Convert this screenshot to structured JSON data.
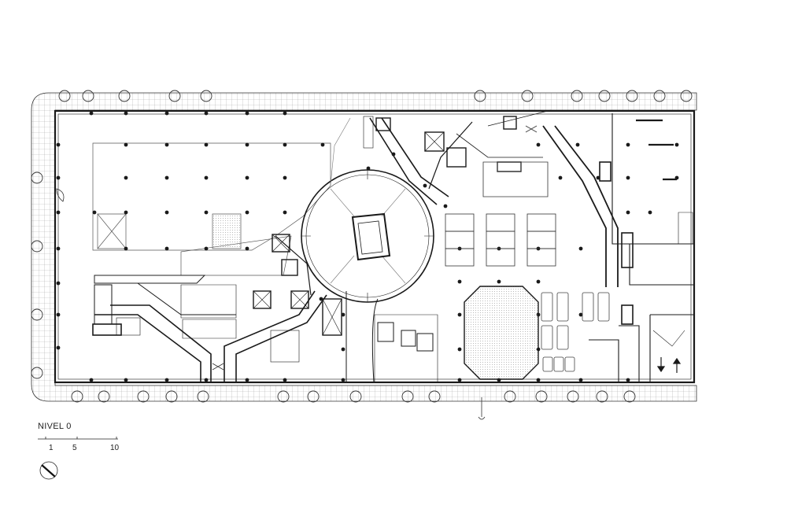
{
  "plan": {
    "level_title": "NIVEL 0",
    "scale_labels": [
      "1",
      "5",
      "10"
    ]
  },
  "colors": {
    "line": "#1a1a1a",
    "thin_line": "#666666",
    "hatch": "#bdbdbd",
    "background": "#ffffff"
  },
  "icons": {
    "north_arrow": "north-arrow-icon",
    "entry_arrows": "entry-arrows-icon"
  }
}
